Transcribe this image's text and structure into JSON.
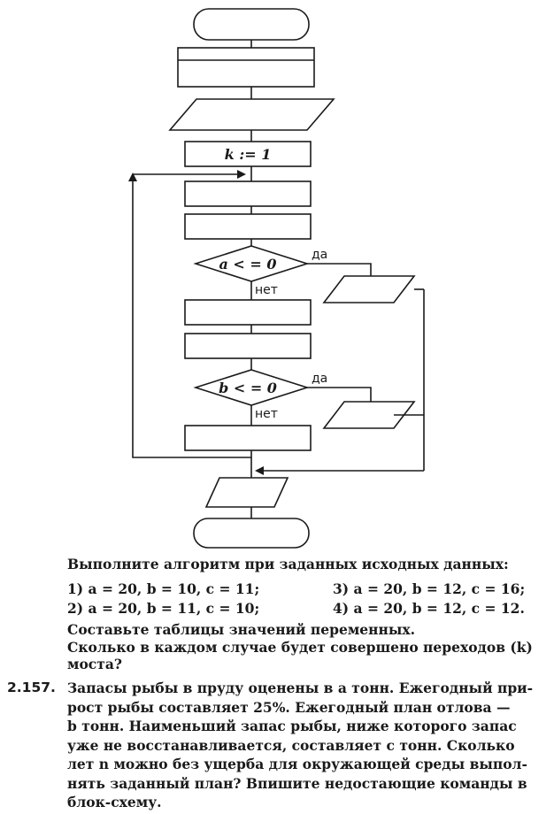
{
  "flowchart": {
    "k_assign": "k := 1",
    "cond1": "a < = 0",
    "cond2": "b < = 0",
    "yes": "да",
    "no": "нет"
  },
  "task": {
    "instruction": "Выполните алгоритм при заданных исходных данных:",
    "cases": [
      "1)  a = 20,  b = 10,  c = 11;",
      "2)  a = 20,  b = 11,  c = 10;",
      "3)  a = 20,  b = 12,  c = 16;",
      "4)  a = 20,  b = 12,  c = 12."
    ],
    "line_tables": "Составьте таблицы значений переменных.",
    "line_q1": "Сколько в каждом случае будет совершено переходов (k)",
    "line_q2": "моста?"
  },
  "problem": {
    "number": "2.157.",
    "lines": [
      "Запасы рыбы в пруду оценены в a тонн. Ежегодный при-",
      "рост рыбы составляет 25%. Ежегодный план отлова —",
      "b тонн. Наименьший запас рыбы, ниже которого запас",
      "уже не восстанавливается, составляет c тонн. Сколько",
      "лет n можно без ущерба для окружающей среды выпол-",
      "нять заданный план? Впишите недостающие команды в",
      "блок-схему."
    ]
  }
}
